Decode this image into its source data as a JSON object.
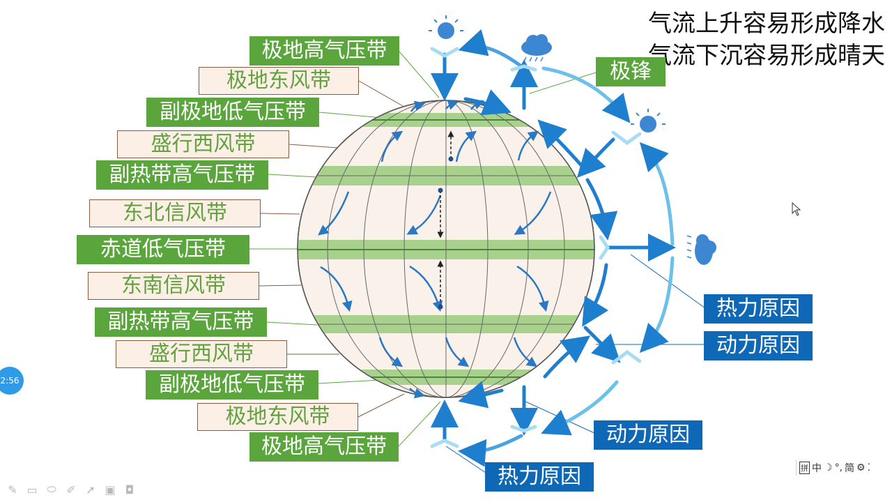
{
  "title_lines": [
    "气流上升容易形成降水",
    "气流下沉容易形成晴天"
  ],
  "left_labels": [
    {
      "text": "极地高气压带",
      "kind": "pressure"
    },
    {
      "text": "极地东风带",
      "kind": "wind"
    },
    {
      "text": "副极地低气压带",
      "kind": "pressure"
    },
    {
      "text": "盛行西风带",
      "kind": "wind"
    },
    {
      "text": "副热带高气压带",
      "kind": "pressure"
    },
    {
      "text": "东北信风带",
      "kind": "wind"
    },
    {
      "text": "赤道低气压带",
      "kind": "pressure"
    },
    {
      "text": "东南信风带",
      "kind": "wind"
    },
    {
      "text": "副热带高气压带",
      "kind": "pressure"
    },
    {
      "text": "盛行西风带",
      "kind": "wind"
    },
    {
      "text": "副极地低气压带",
      "kind": "pressure"
    },
    {
      "text": "极地东风带",
      "kind": "wind"
    },
    {
      "text": "极地高气压带",
      "kind": "pressure"
    }
  ],
  "front_label": "极锋",
  "cause_labels": [
    "热力原因",
    "动力原因",
    "动力原因",
    "热力原因"
  ],
  "timer": "2:56",
  "ime": {
    "icon": "拼",
    "lang": "中",
    "moon": "☽",
    "punct": "°,",
    "mode": "简",
    "gear": "⚙",
    "more": "⁚"
  },
  "icons": [
    "pen-icon",
    "screen-icon",
    "eraser-icon",
    "pencil-icon",
    "pointer-icon",
    "camera-icon",
    "record-icon"
  ],
  "colors": {
    "pressure": "#5aa63c",
    "wind_text": "#62a33f",
    "cause": "#0f68b6",
    "arrow": "#1f7fcf",
    "sun": "#3d86d2"
  }
}
